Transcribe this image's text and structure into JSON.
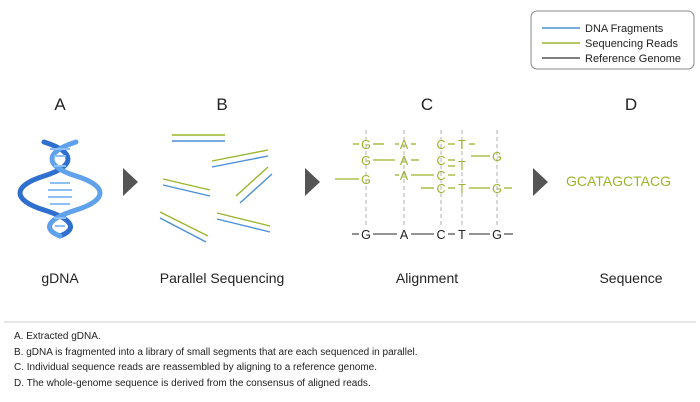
{
  "legend": {
    "items": [
      {
        "label": "DNA Fragments",
        "color": "#4a8fd6"
      },
      {
        "label": "Sequencing Reads",
        "color": "#9ab52c"
      },
      {
        "label": "Reference Genome",
        "color": "#555555"
      }
    ]
  },
  "steps": [
    {
      "letter": "A",
      "label": "gDNA"
    },
    {
      "letter": "B",
      "label": "Parallel Sequencing"
    },
    {
      "letter": "C",
      "label": "Alignment"
    },
    {
      "letter": "D",
      "label": "Sequence"
    }
  ],
  "alignment": {
    "reads_bases": [
      "G",
      "A",
      "C",
      "T",
      "G",
      "A",
      "C",
      "T",
      "G",
      "A",
      "C",
      "C",
      "T",
      "G",
      "G",
      "T"
    ],
    "reference_bases": [
      "G",
      "A",
      "C",
      "T",
      "G"
    ]
  },
  "consensus_sequence": "GCATAGCTACG",
  "notes": [
    "A.  Extracted gDNA.",
    "B.  gDNA is fragmented into a library of small segments that are each sequenced in parallel.",
    "C.  Individual sequence reads are reassembled by aligning to a reference genome.",
    "D.  The whole-genome sequence is derived from the consensus of aligned reads."
  ],
  "colors": {
    "fragment": "#4a8fd6",
    "read": "#9ab52c",
    "reference": "#555555",
    "arrow": "#555555",
    "helix": "#2f6fd0"
  },
  "icons": [
    "dna-helix-icon",
    "arrow-right-icon"
  ]
}
